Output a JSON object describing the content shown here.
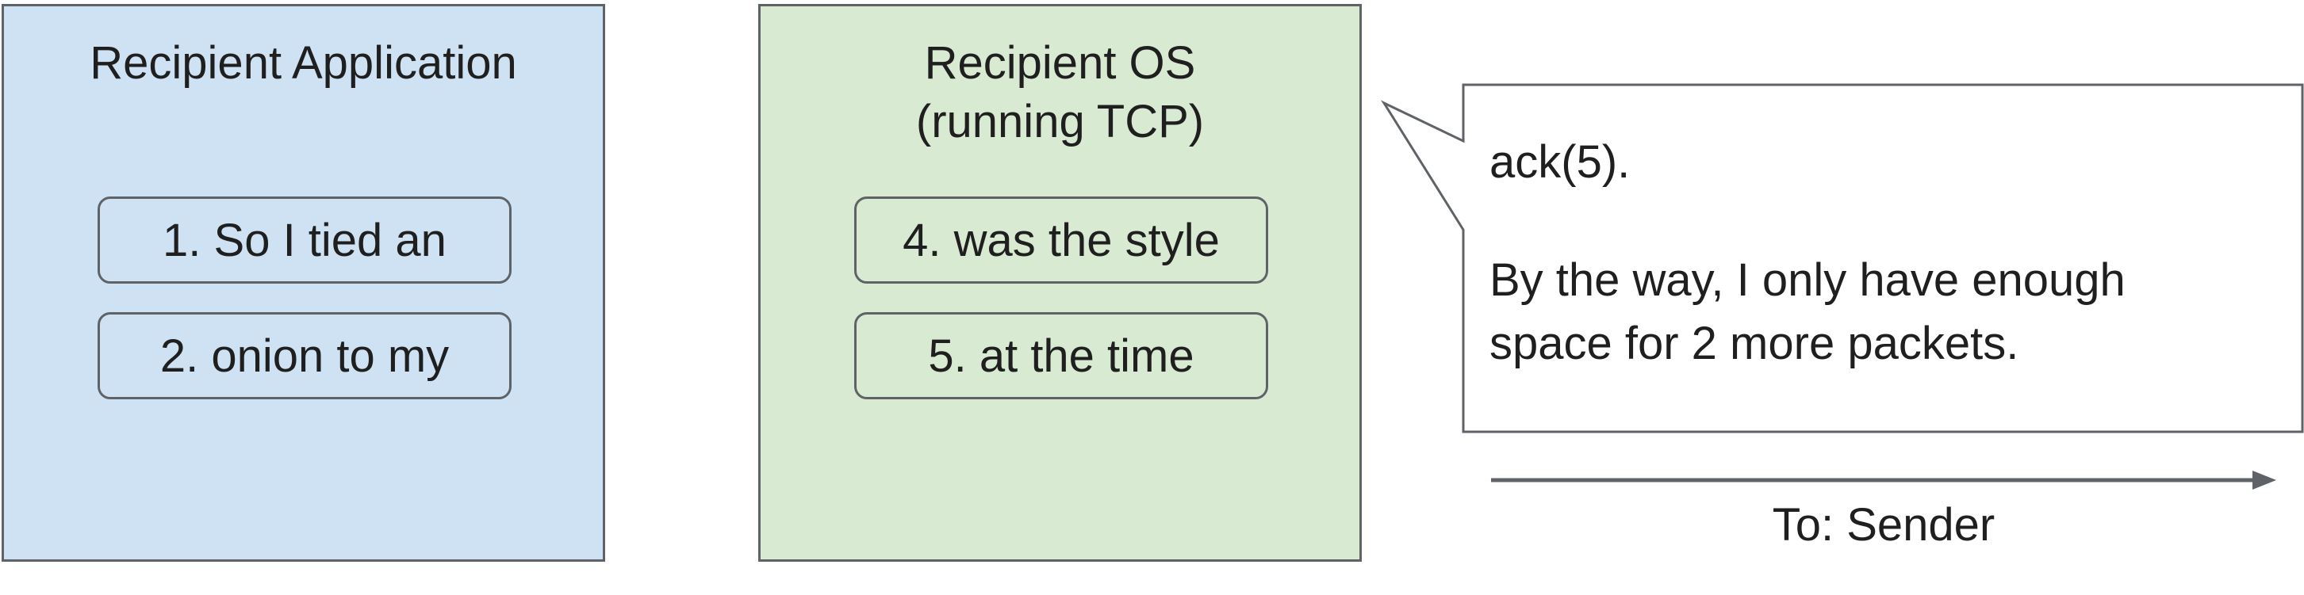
{
  "application": {
    "title": "Recipient Application",
    "packets": [
      "1. So I tied an",
      "2. onion to my"
    ]
  },
  "os": {
    "title": "Recipient OS\n(running TCP)",
    "packets": [
      "4. was the style",
      "5. at the time"
    ]
  },
  "callout": {
    "line1": "ack(5).",
    "line2": "By the way, I only have enough space for 2 more packets."
  },
  "arrow": {
    "label": "To: Sender"
  },
  "colors": {
    "application_fill": "#cfe2f3",
    "os_fill": "#d9ead3",
    "border": "#5f6368",
    "arrow": "#5f6368"
  }
}
